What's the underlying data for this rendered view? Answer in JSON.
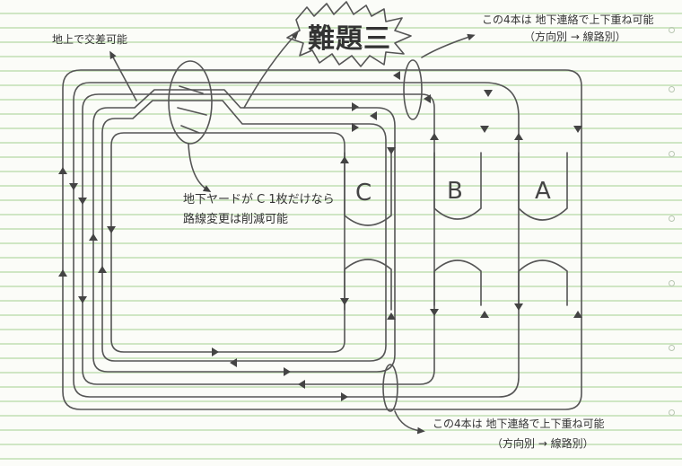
{
  "notes": {
    "crossing": "地上で交差可能",
    "difficult": "難題三",
    "top_right_line1": "この4本は 地下連絡で上下重ね可能",
    "top_right_line2": "（方向別 → 線路別）",
    "center_line1": "地下ヤードが C 1枚だけなら",
    "center_line2": "路線変更は削減可能",
    "bottom_right_line1": "この4本は 地下連絡で上下重ね可能",
    "bottom_right_line2": "（方向別 → 線路別）"
  },
  "tracks": {
    "a": "A",
    "b": "B",
    "c": "C"
  },
  "colors": {
    "paper": "#fbfcf8",
    "rule": "#cfe6c4",
    "ink": "#444444"
  }
}
